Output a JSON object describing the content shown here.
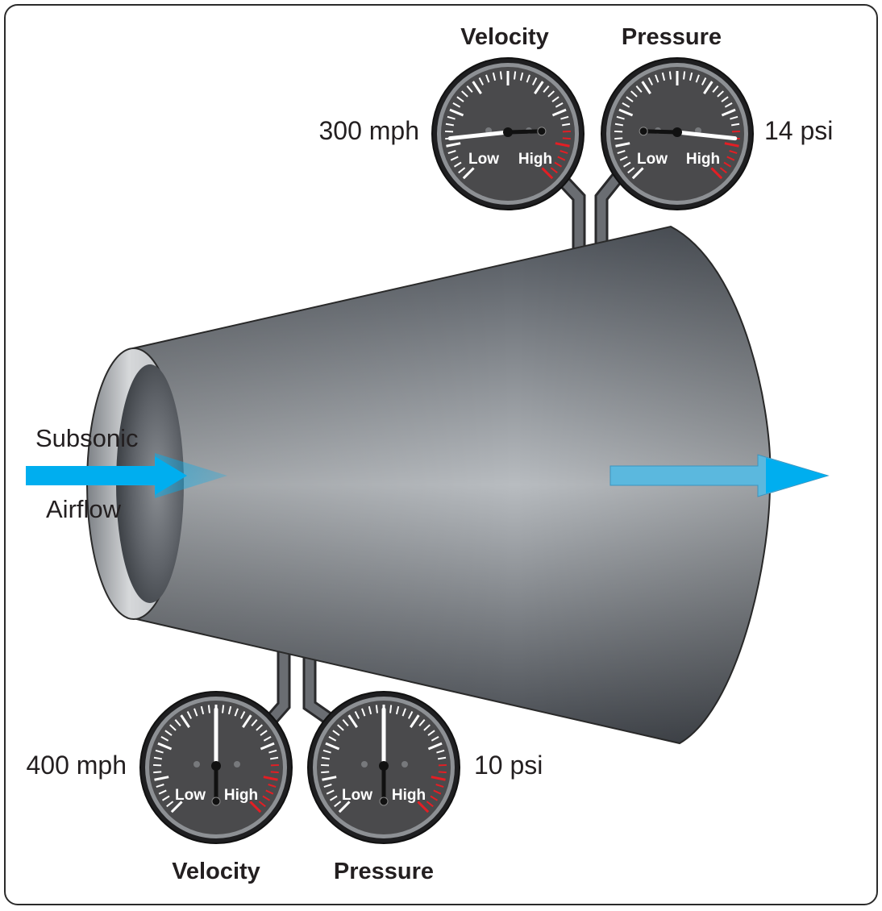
{
  "inlet": {
    "label_line1": "Subsonic",
    "label_line2": "Airflow"
  },
  "gauges": [
    {
      "id": "top-velocity",
      "title": "Velocity",
      "reading": "300 mph",
      "low_label": "Low",
      "high_label": "High",
      "level": 0.15
    },
    {
      "id": "top-pressure",
      "title": "Pressure",
      "reading": "14 psi",
      "low_label": "Low",
      "high_label": "High",
      "level": 0.85
    },
    {
      "id": "bottom-velocity",
      "title": "Velocity",
      "reading": "400 mph",
      "low_label": "Low",
      "high_label": "High",
      "level": 0.5
    },
    {
      "id": "bottom-pressure",
      "title": "Pressure",
      "reading": "10 psi",
      "low_label": "Low",
      "high_label": "High",
      "level": 0.5
    }
  ],
  "colors": {
    "arrow": "#00aeef",
    "arrow_faded": "#5bb8de",
    "duct": "#6a6f76",
    "dial_face": "#4a4a4c",
    "dial_bezel": "#1f1f21",
    "redline": "#e31e24",
    "pipe": "#4d4f53"
  }
}
